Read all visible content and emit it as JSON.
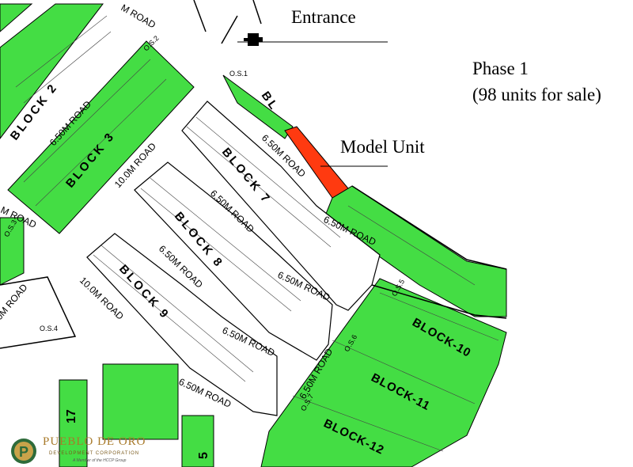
{
  "annotations": {
    "entrance": "Entrance",
    "model_unit": "Model Unit",
    "phase_title": "Phase 1",
    "phase_units": "(98 units for sale)"
  },
  "blocks": [
    "BLOCK 2",
    "BLOCK 3",
    "BLOCK 7",
    "BLOCK 8",
    "BLOCK 9",
    "BLOCK-10",
    "BLOCK-11",
    "BLOCK-12",
    "BL"
  ],
  "roads": [
    "6.50M ROAD",
    "10.0M ROAD",
    "M ROAD",
    "0M ROAD"
  ],
  "open_spaces": [
    "O.S.1",
    "O.S.2",
    "O.S.3",
    "O.S.4",
    "O.S.5",
    "O.S.6",
    "O.S.7"
  ],
  "partial_block_numbers": [
    "17",
    "5"
  ],
  "logo": {
    "name": "PUEBLO DE ORO",
    "subtitle": "DEVELOPMENT CORPORATION",
    "tagline": "A Member of the HCCP Group",
    "mark": "P"
  },
  "colors": {
    "sold_green": "#44dd44",
    "available": "#ffffff",
    "model_unit": "#ff3a10",
    "outline": "#000000"
  },
  "icons": [
    "entrance-guardhouse-icon",
    "pueblo-de-oro-logo-icon"
  ]
}
